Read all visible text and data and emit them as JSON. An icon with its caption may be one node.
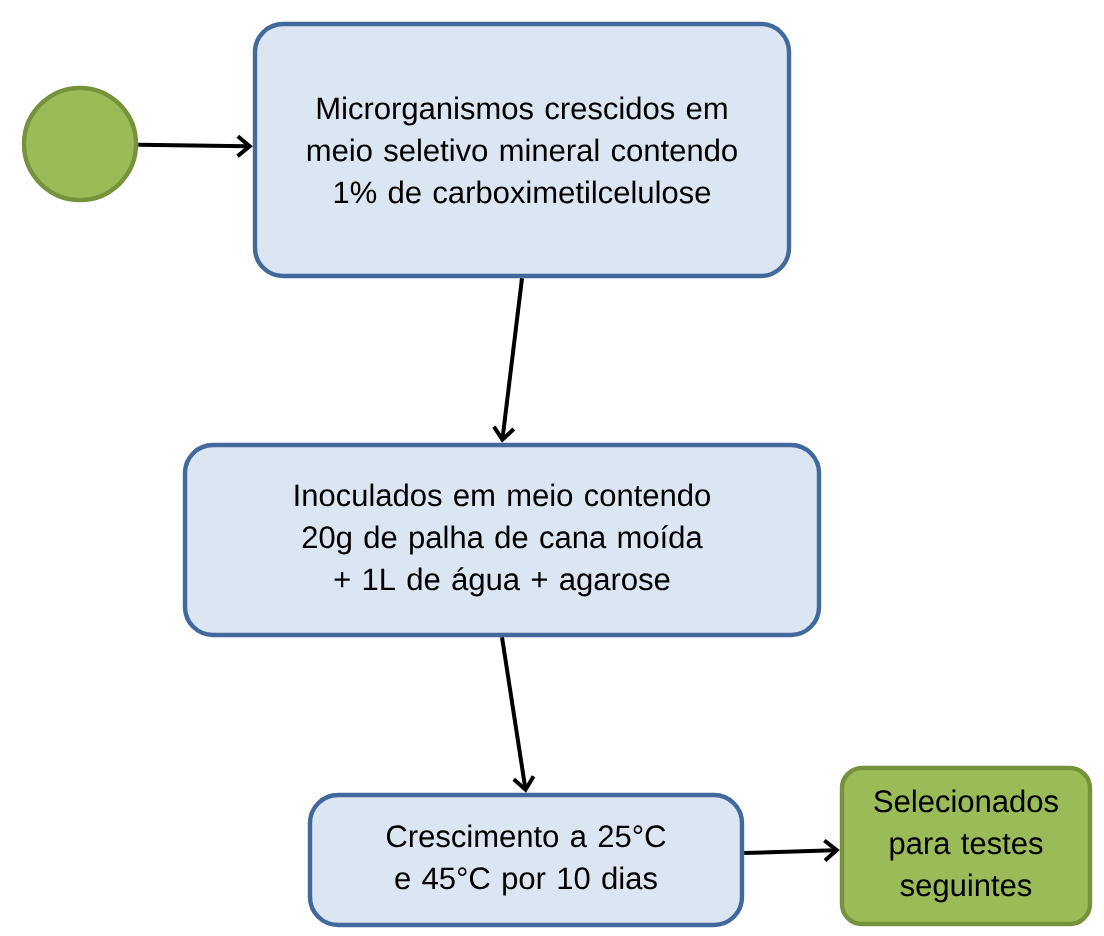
{
  "diagram": {
    "nodes": [
      {
        "text": [],
        "shape": "circle"
      },
      {
        "text": [
          "Microrganismos crescidos em meio seletivo mineral contendo 1% de carboximetilcelulose"
        ]
      },
      {
        "text": [
          "Inoculados em meio contendo 20g de palha de cana moída + 1L de água + agarose"
        ]
      },
      {
        "text": [
          "Crescimento a 25°C e 45°C por 10 dias"
        ]
      },
      {
        "text": [
          "Selecionados para testes seguintes"
        ]
      }
    ],
    "edges": [
      {
        "from": 0,
        "to": 1,
        "arrow": "to"
      },
      {
        "from": 1,
        "to": 2,
        "arrow": "to"
      },
      {
        "from": 2,
        "to": 3,
        "arrow": "to"
      },
      {
        "from": 3,
        "to": 4,
        "arrow": "to"
      }
    ]
  }
}
